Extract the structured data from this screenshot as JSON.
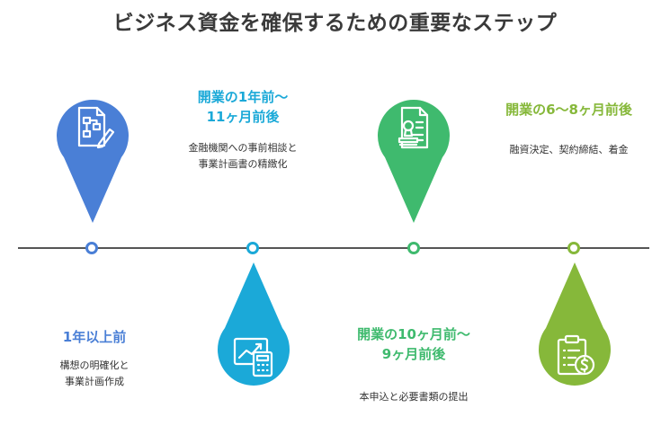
{
  "title": "ビジネス資金を確保するための重要なステップ",
  "colors": {
    "step1": "#4a7fd6",
    "step2": "#1ba9d8",
    "step3": "#3fba6e",
    "step4": "#86b83a"
  },
  "steps": [
    {
      "heading": "1年以上前",
      "description": "構想の明確化と\n事業計画作成",
      "icon": "flowchart-edit-icon"
    },
    {
      "heading": "開業の1年前～\n11ヶ月前後",
      "description": "金融機関への事前相談と\n事業計画書の精緻化",
      "icon": "growth-calculator-icon"
    },
    {
      "heading": "開業の10ヶ月前～\n9ヶ月前後",
      "description": "本申込と必要書類の提出",
      "icon": "document-stamp-icon"
    },
    {
      "heading": "開業の6～8ヶ月前後",
      "description": "融資決定、契約締結、着金",
      "icon": "clipboard-money-icon"
    }
  ]
}
